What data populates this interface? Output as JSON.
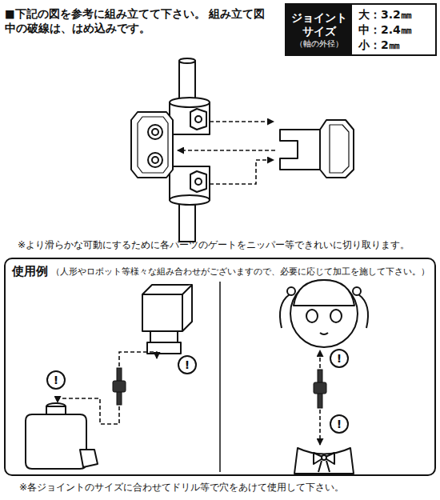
{
  "diagram": {
    "title": "■下記の図を参考に組み立てて下さい。 組み立て図中の破線は、はめ込みです。",
    "nodes": [
      {
        "text": [
          "ジョイント サイズ",
          "（軸の外径）",
          "大：3.2㎜",
          "中：2.4㎜",
          "小：2㎜"
        ]
      },
      {
        "text": [
          "使用例",
          "（人形やロボット等様々な組み合わせがございますので、必要に応じて加工を施して下さい。）"
        ]
      }
    ],
    "labels": [
      "※より滑らかな可動にするために各パーツのゲートをニッパー等できれいに切り取ります。",
      "!",
      "!",
      "!",
      "!",
      "※各ジョイントのサイズに合わせてドリル等で穴をあけて使用して下さい。"
    ]
  }
}
